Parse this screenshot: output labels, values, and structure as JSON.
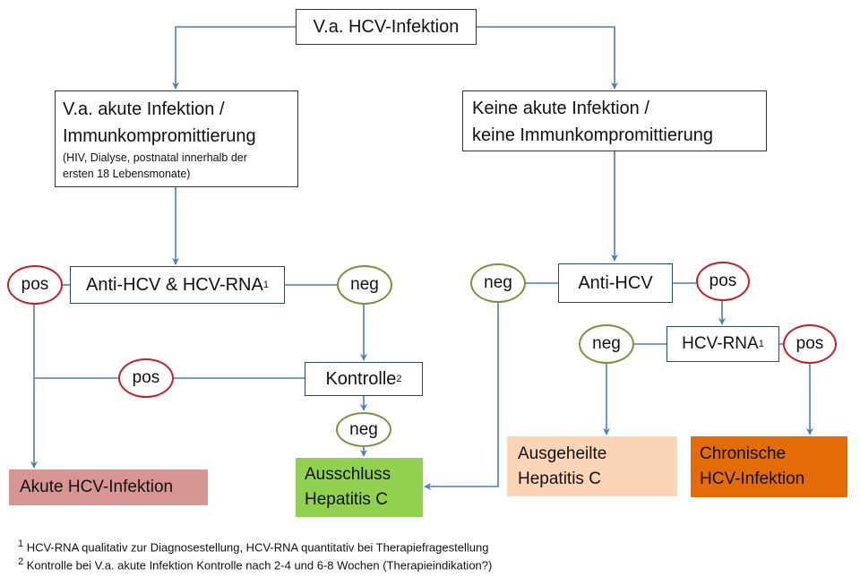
{
  "nodes": {
    "root": "V.a. HCV-Infektion",
    "acute_line1": "V.a. akute Infektion /",
    "acute_line2": "Immunkompromittierung",
    "acute_note_line1": "(HIV, Dialyse, postnatal innerhalb der",
    "acute_note_line2": "ersten 18 Lebensmonate)",
    "nonacute_line1": "Keine akute Infektion /",
    "nonacute_line2": "keine Immunkompromittierung",
    "test_left": "Anti-HCV & HCV-RNA",
    "test_left_sup": "1",
    "kontrolle": "Kontrolle",
    "kontrolle_sup": "2",
    "test_right": "Anti-HCV",
    "hcv_rna": "HCV-RNA",
    "hcv_rna_sup": "1",
    "pos": "pos",
    "neg": "neg"
  },
  "outcomes": {
    "akute": "Akute HCV-Infektion",
    "ausschluss_line1": "Ausschluss",
    "ausschluss_line2": "Hepatitis C",
    "ausgeheilt_line1": "Ausgeheilte",
    "ausgeheilt_line2": "Hepatitis C",
    "chronisch_line1": "Chronische",
    "chronisch_line2": "HCV-Infektion"
  },
  "footnotes": {
    "f1_mark": "1",
    "f1_text": " HCV-RNA qualitativ zur Diagnosestellung, HCV-RNA quantitativ bei Therapiefragestellung",
    "f2_mark": "2",
    "f2_text": " Kontrolle bei V.a. akute Infektion Kontrolle nach 2-4 und 6-8 Wochen (Therapieindikation?)"
  },
  "colors": {
    "line": "#4a7ebb",
    "pos_border": "#c0212a",
    "neg_border": "#77933c",
    "akute_fill": "#d99594",
    "ausschluss_fill": "#92d050",
    "ausgeheilt_fill": "#fbd5b5",
    "chronisch_fill": "#e36c09"
  }
}
